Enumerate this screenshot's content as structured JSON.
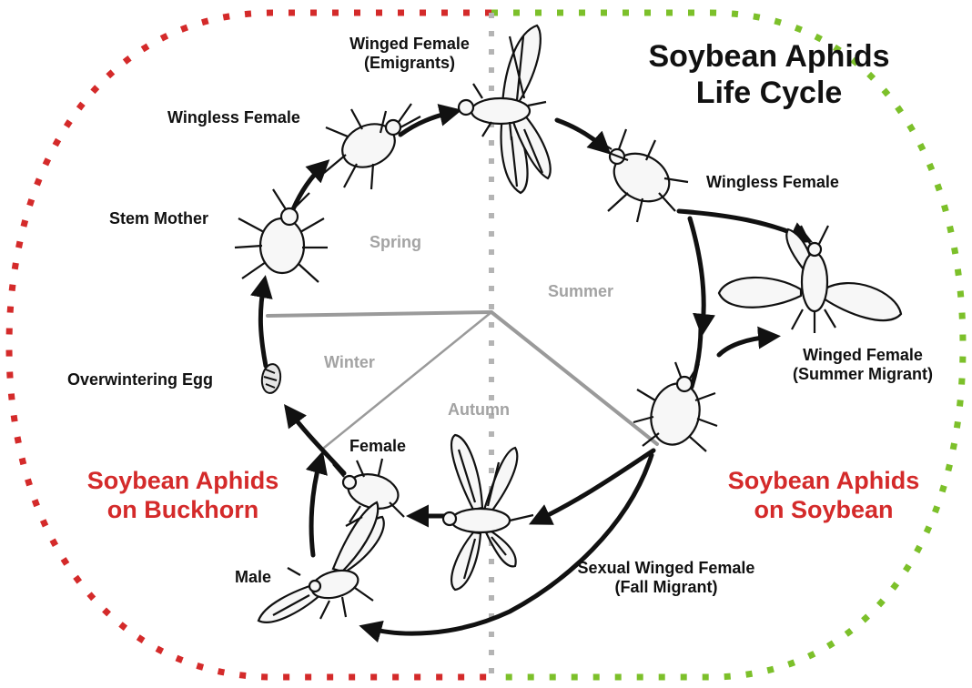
{
  "title": {
    "line1": "Soybean Aphids",
    "line2": "Life Cycle"
  },
  "seasons": {
    "spring": "Spring",
    "summer": "Summer",
    "autumn": "Autumn",
    "winter": "Winter"
  },
  "hosts": {
    "buckhorn": {
      "line1": "Soybean Aphids",
      "line2": "on Buckhorn"
    },
    "soybean": {
      "line1": "Soybean Aphids",
      "line2": "on Soybean"
    }
  },
  "stages": {
    "winged_female_emigrants": {
      "line1": "Winged Female",
      "line2": "(Emigrants)"
    },
    "wingless_female_spring": "Wingless Female",
    "stem_mother": "Stem Mother",
    "wingless_female_summer": "Wingless Female",
    "winged_female_summer_migrant": {
      "line1": "Winged Female",
      "line2": "(Summer Migrant)"
    },
    "overwintering_egg": "Overwintering Egg",
    "female": "Female",
    "male": "Male",
    "sexual_winged_female_fall_migrant": {
      "line1": "Sexual Winged Female",
      "line2": "(Fall Migrant)"
    }
  },
  "colors": {
    "host_label_red": "#d42a2a",
    "buckhorn_border_red": "#d42a2a",
    "soybean_border_green": "#7cc02a",
    "season_gray": "#a3a3a3",
    "arrow_black": "#111111"
  }
}
